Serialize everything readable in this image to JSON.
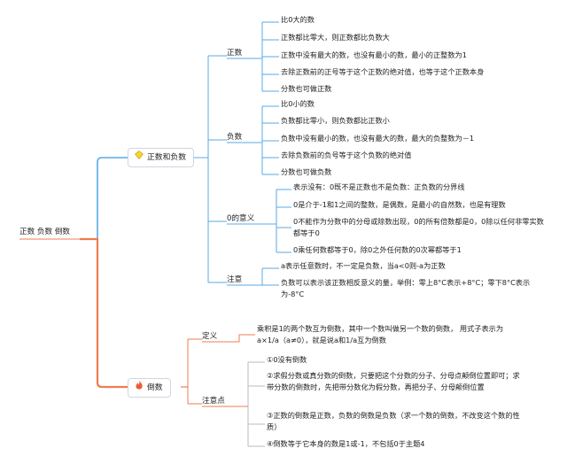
{
  "root": "正数 负数 倒数",
  "branches": [
    {
      "label": "正数和负数",
      "icon": "diamond-icon",
      "color": "#5aa9e6",
      "children": [
        {
          "label": "正数",
          "items": [
            "比0大的数",
            "正数都比零大，则正数都比负数大",
            "正数中没有最大的数，也没有最小的数，最小的正整数为1",
            "去除正数前的正号等于这个正数的绝对值，也等于这个正数本身",
            "分数也可做正数"
          ]
        },
        {
          "label": "负数",
          "items": [
            "比0小的数",
            "负数都比零小，则负数都比正数小",
            "负数中没有最小的数，也没有最大的数，最大的负整数为－1",
            "去除负数前的负号等于这个负数的绝对值",
            "分数也可做负数"
          ]
        },
        {
          "label": "0的意义",
          "items": [
            "表示没有：0既不是正数也不是负数：正负数的分界线",
            "0是介于-1和1之间的整数，是偶数，是最小的自然数，也是有理数",
            "0不能作为分数中的分母或除数出现，0的所有倍数都是0，0除以任何非零实数都等于0",
            "0乘任何数都等于0，除0之外任何数的0次幂都等于1"
          ]
        },
        {
          "label": "注意",
          "items": [
            "a表示任意数时，不一定是负数，当a<0则-a为正数",
            "负数可以表示该正数相反意义的量，举例：零上8°C表示+8°C；零下8°C表示为-8°C"
          ]
        }
      ]
    },
    {
      "label": "倒数",
      "icon": "fire-icon",
      "color": "#f07b4f",
      "children": [
        {
          "label": "定义",
          "items": [
            "乘积是1的两个数互为倒数，其中一个数叫做另一个数的倒数， 用式子表示为a×1/a（a≠0），就是说a和1/a互为倒数"
          ]
        },
        {
          "label": "注意点",
          "items": [
            "①0没有倒数",
            "②求假分数或真分数的倒数，只要把这个分数的分子、分母点颠倒位置即可；求带分数的倒数时，先把带分数化为假分数，再把分子、分母颠倒位置",
            "③正数的倒数是正数，负数的倒数是负数（求一个数的倒数，不改变这个数的性质）",
            "④倒数等于它本身的数是1或-1，不包括0于主题4"
          ]
        }
      ]
    }
  ]
}
